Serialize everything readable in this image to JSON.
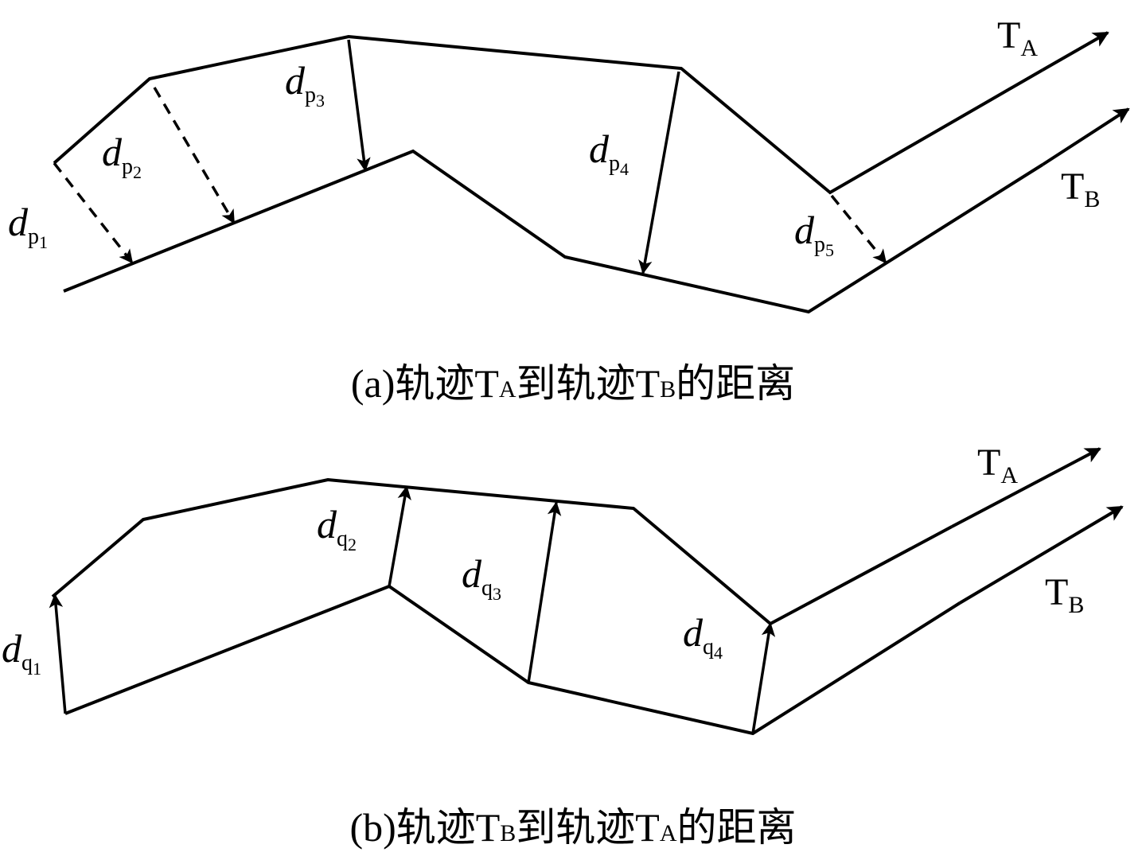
{
  "panel_a": {
    "caption": {
      "prefix": "(a)轨迹T",
      "sub1": "A",
      "mid": "到轨迹T",
      "sub2": "B",
      "suffix": "的距离"
    },
    "trajectories": [
      {
        "name": "T",
        "sub": "A"
      },
      {
        "name": "T",
        "sub": "B"
      }
    ],
    "distances": [
      {
        "d": "d",
        "p": "p",
        "i": "1",
        "style": "dashed"
      },
      {
        "d": "d",
        "p": "p",
        "i": "2",
        "style": "dashed"
      },
      {
        "d": "d",
        "p": "p",
        "i": "3",
        "style": "solid"
      },
      {
        "d": "d",
        "p": "p",
        "i": "4",
        "style": "solid"
      },
      {
        "d": "d",
        "p": "p",
        "i": "5",
        "style": "dashed"
      }
    ]
  },
  "panel_b": {
    "caption": {
      "prefix": "(b)轨迹T",
      "sub1": "B",
      "mid": "到轨迹T",
      "sub2": "A",
      "suffix": "的距离"
    },
    "trajectories": [
      {
        "name": "T",
        "sub": "A"
      },
      {
        "name": "T",
        "sub": "B"
      }
    ],
    "distances": [
      {
        "d": "d",
        "p": "q",
        "i": "1",
        "style": "solid"
      },
      {
        "d": "d",
        "p": "q",
        "i": "2",
        "style": "solid"
      },
      {
        "d": "d",
        "p": "q",
        "i": "3",
        "style": "solid"
      },
      {
        "d": "d",
        "p": "q",
        "i": "4",
        "style": "solid"
      }
    ]
  }
}
